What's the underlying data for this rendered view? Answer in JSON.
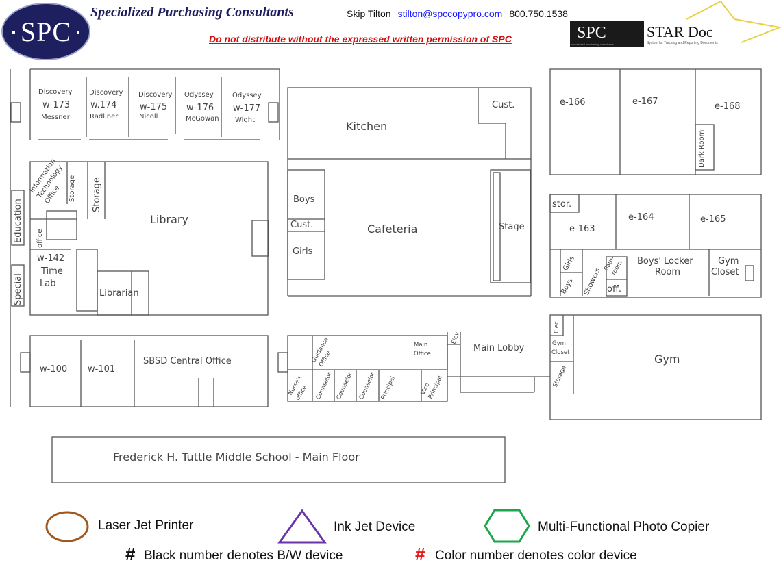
{
  "header": {
    "logo_text": "SPC",
    "company": "Specialized Purchasing Consultants",
    "contact_name": "Skip Tilton",
    "contact_email": "stilton@spccopypro.com",
    "contact_phone": "800.750.1538",
    "warning": "Do not distribute without the expressed written permission of SPC",
    "star_logo": {
      "spc": "SPC",
      "product": "STAR Doc",
      "tagline_small": "specialized purchasing consultants",
      "tagline": "System for Tracking and Reporting Documents"
    }
  },
  "rooms": {
    "w173": [
      "Discovery",
      "w-173",
      "Messner"
    ],
    "w174": [
      "Discovery",
      "w.174",
      "Radliner"
    ],
    "w175": [
      "Discovery",
      "w-175",
      "Nicoll"
    ],
    "w176": [
      "Odyssey",
      "w-176",
      "McGowan"
    ],
    "w177": [
      "Odyssey",
      "w-177",
      "Wight"
    ],
    "kitchen": "Kitchen",
    "cust_top": "Cust.",
    "e166": "e-166",
    "e167": "e-167",
    "e168": "e-168",
    "dark_room": "Dark Room",
    "it_office": [
      "Information",
      "Technology",
      "Office"
    ],
    "storage_small": "Storage",
    "storage_big": "Storage",
    "library": "Library",
    "education": "Education",
    "office": "office",
    "w142": [
      "w-142",
      "Time",
      "Lab"
    ],
    "special": "Special",
    "librarian": "Librarian",
    "boys": "Boys",
    "cust_mid": "Cust.",
    "girls": "Girls",
    "cafeteria": "Cafeteria",
    "stage": "Stage",
    "stor": "stor.",
    "e163": "e-163",
    "e164": "e-164",
    "e165": "e-165",
    "girls_e": "Girls",
    "boys_e": "Boys",
    "showers": "Showers",
    "bathroom": [
      "Bath-",
      "room"
    ],
    "off": "off.",
    "boys_locker": [
      "Boys' Locker",
      "Room"
    ],
    "gym_closet": [
      "Gym",
      "Closet"
    ],
    "elec": "Elec.",
    "gym_closet2": [
      "Gym",
      "Closet"
    ],
    "storage_gym": "Storage",
    "gym": "Gym",
    "w100": "w-100",
    "w101": "w-101",
    "sbsd": "SBSD Central Office",
    "nurse": [
      "Nurse's",
      "office"
    ],
    "guidance": [
      "Guidance",
      "Office"
    ],
    "counselor": "Counselor",
    "principal": "Principal",
    "main_office": [
      "Main",
      "Office"
    ],
    "vice_principal": [
      "Vice",
      "Principal"
    ],
    "elev": "Elev",
    "main_lobby": "Main Lobby"
  },
  "plan_title": "Frederick H. Tuttle Middle School - Main Floor",
  "legend": {
    "laser": "Laser Jet Printer",
    "inkjet": "Ink Jet Device",
    "mfp": "Multi-Functional Photo Copier",
    "hash": "#",
    "bw": "Black number denotes B/W device",
    "color": "Color number denotes color device",
    "colors": {
      "laser": "#a0581c",
      "inkjet": "#6a35a8",
      "mfp": "#1aa64a",
      "color_hash": "#e21b1b"
    }
  }
}
